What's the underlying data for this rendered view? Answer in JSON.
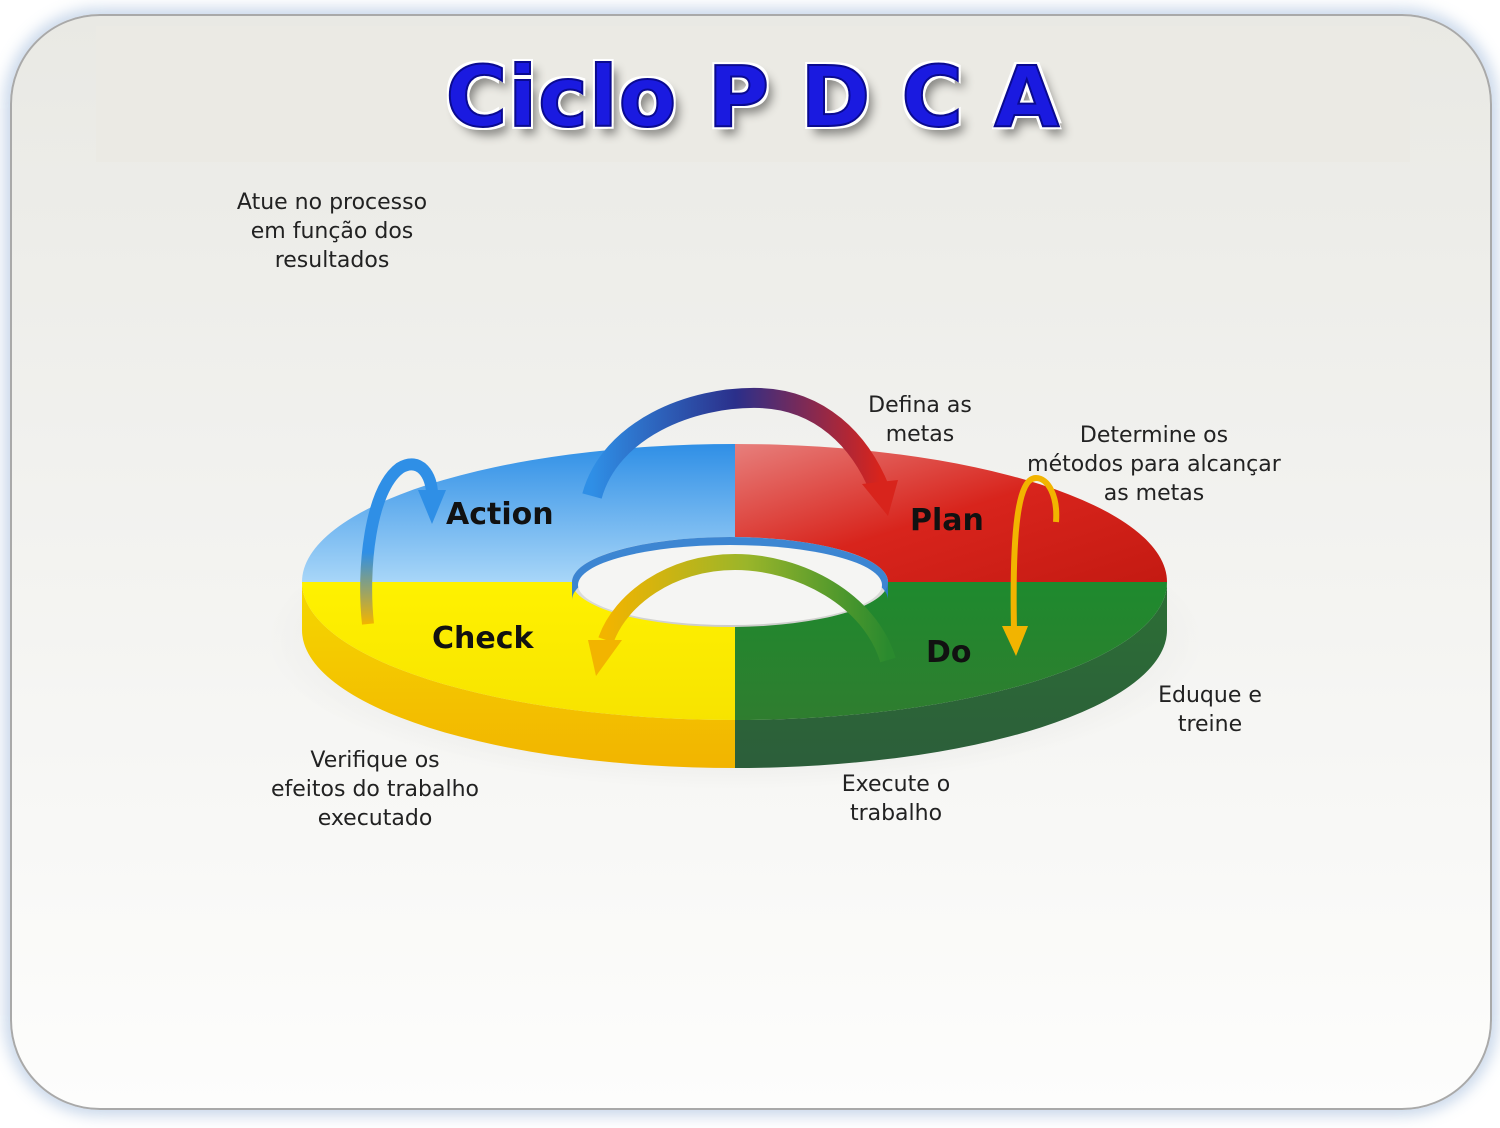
{
  "title": "Ciclo P D C A",
  "segments": {
    "plan": "Plan",
    "do": "Do",
    "check": "Check",
    "action": "Action"
  },
  "annotations": {
    "act": "Atue no processo\nem função dos\nresultados",
    "define_goals": "Defina as\nmetas",
    "methods": "Determine os\nmétodos para alcançar\nas metas",
    "educate": "Eduque e\ntreine",
    "execute": "Execute o\ntrabalho",
    "verify": "Verifique os\nefeitos do trabalho\nexecutado"
  },
  "colors": {
    "plan": "#d8241c",
    "do": "#2a8a2e",
    "check": "#f2e312",
    "action": "#59aee8",
    "title": "#1a1ae0"
  }
}
